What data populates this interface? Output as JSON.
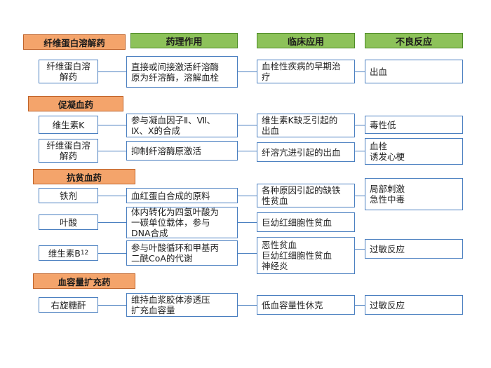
{
  "headers": {
    "pharmacology": "药理作用",
    "clinical": "临床应用",
    "adverse": "不良反应"
  },
  "categories": {
    "fibrinolytic": "纤维蛋白溶解药",
    "coagulant": "促凝血药",
    "antianemic": "抗贫血药",
    "volume_expander": "血容量扩充药"
  },
  "rows": {
    "r1": {
      "drug": "纤维蛋白溶\n解药",
      "action": "直接或间接激活纤溶酶\n原为纤溶酶，溶解血栓",
      "use": "血栓性疾病的早期治\n疗",
      "adverse": "出血"
    },
    "r2": {
      "drug": "维生素K",
      "action": "参与凝血因子Ⅱ、Ⅶ、\nⅨ、Ⅹ的合成",
      "use": "维生素K缺乏引起的\n出血",
      "adverse": "毒性低"
    },
    "r3": {
      "drug": "纤维蛋白溶\n解药",
      "action": "抑制纤溶酶原激活",
      "use": "纤溶亢进引起的出血",
      "adverse": "血栓\n诱发心梗"
    },
    "r4": {
      "drug": "铁剂",
      "action": "血红蛋白合成的原料",
      "use": "各种原因引起的缺铁\n性贫血",
      "adverse": "局部刺激\n急性中毒"
    },
    "r5": {
      "drug": "叶酸",
      "action": "体内转化为四氢叶酸为\n一碳单位载体，参与\nDNA合成",
      "use": "巨幼红细胞性贫血"
    },
    "r6": {
      "drug_main": "维生素B",
      "drug_sub": "12",
      "action": "参与叶酸循环和甲基丙\n二酰CoA的代谢",
      "use": "恶性贫血\n巨幼红细胞性贫血\n神经炎",
      "adverse": "过敏反应"
    },
    "r7": {
      "drug": "右旋糖酐",
      "action": "维持血浆胶体渗透压\n扩充血容量",
      "use": "低血容量性休克",
      "adverse": "过敏反应"
    }
  }
}
